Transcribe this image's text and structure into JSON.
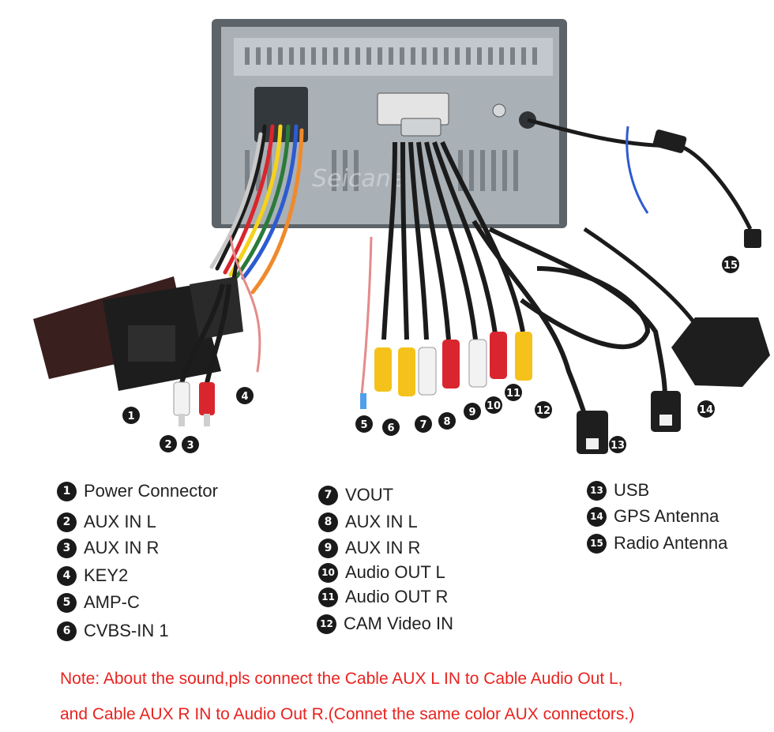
{
  "watermark": "Seicane",
  "callouts": [
    "1",
    "2",
    "3",
    "4",
    "5",
    "6",
    "7",
    "8",
    "9",
    "10",
    "11",
    "12",
    "13",
    "14",
    "15"
  ],
  "legend": {
    "col1": [
      {
        "num": "1",
        "label": "Power Connector"
      },
      {
        "num": "2",
        "label": "AUX IN L"
      },
      {
        "num": "3",
        "label": "AUX IN R"
      },
      {
        "num": "4",
        "label": "KEY2"
      },
      {
        "num": "5",
        "label": "AMP-C"
      },
      {
        "num": "6",
        "label": "CVBS-IN 1"
      }
    ],
    "col2": [
      {
        "num": "7",
        "label": "VOUT"
      },
      {
        "num": "8",
        "label": "AUX IN L"
      },
      {
        "num": "9",
        "label": "AUX IN R"
      },
      {
        "num": "10",
        "label": "Audio OUT L"
      },
      {
        "num": "11",
        "label": "Audio OUT R"
      },
      {
        "num": "12",
        "label": "CAM Video IN"
      }
    ],
    "col3": [
      {
        "num": "13",
        "label": "USB"
      },
      {
        "num": "14",
        "label": "GPS Antenna"
      },
      {
        "num": "15",
        "label": "Radio Antenna"
      }
    ]
  },
  "note": {
    "line1": "Note: About the sound,pls connect the Cable AUX L IN to Cable Audio Out L,",
    "line2": "and Cable AUX R IN to  Audio Out R.(Connet the same color AUX connectors.)"
  },
  "colors": {
    "note_text": "#e8231f",
    "rca_red": "#d9262e",
    "rca_white": "#f2f2f2",
    "rca_yellow": "#f5c21b",
    "cable_black": "#1b1b1b",
    "chassis": "#9ea6ad"
  }
}
